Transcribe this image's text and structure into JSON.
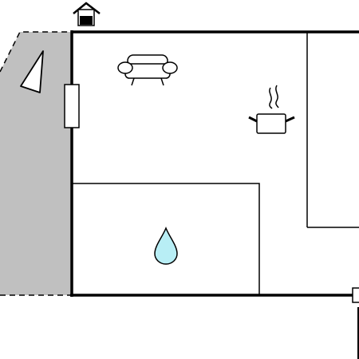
{
  "plan": {
    "rooms": [
      "living-room",
      "kitchen",
      "bathroom",
      "adjacent-room",
      "terrace"
    ],
    "icons": [
      "house-entrance-icon",
      "sofa-icon",
      "cooking-pot-icon",
      "water-drop-icon",
      "compass-arrow-icon",
      "window-icon",
      "door-icon"
    ],
    "colors": {
      "wall": "#000000",
      "terrace": "#c0c0c0",
      "water": "#b8eef5",
      "background": "#ffffff"
    }
  }
}
